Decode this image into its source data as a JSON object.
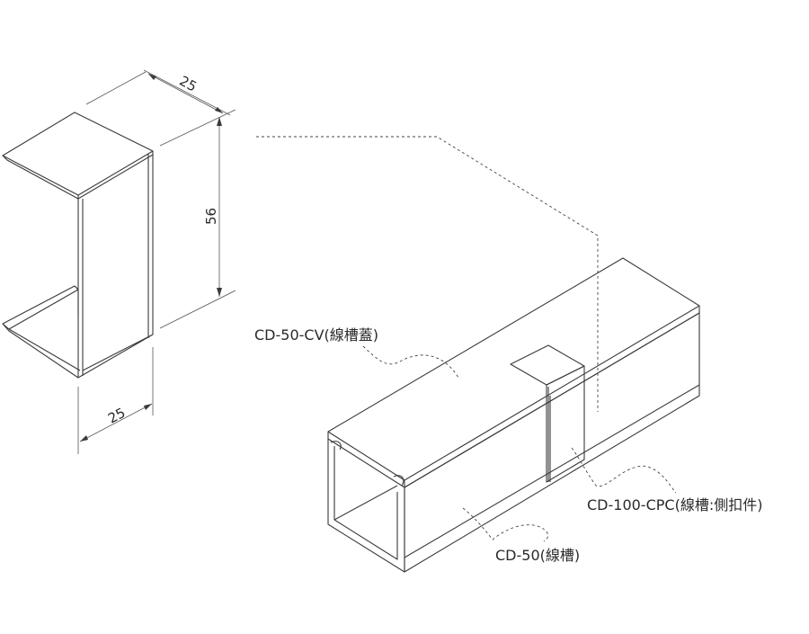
{
  "dimensions": {
    "top_width": "25",
    "height": "56",
    "bottom_width": "25"
  },
  "labels": {
    "cover": "CD-50-CV(線槽蓋)",
    "clip": "CD-100-CPC(線槽:側扣件)",
    "trunking": "CD-50(線槽)"
  }
}
